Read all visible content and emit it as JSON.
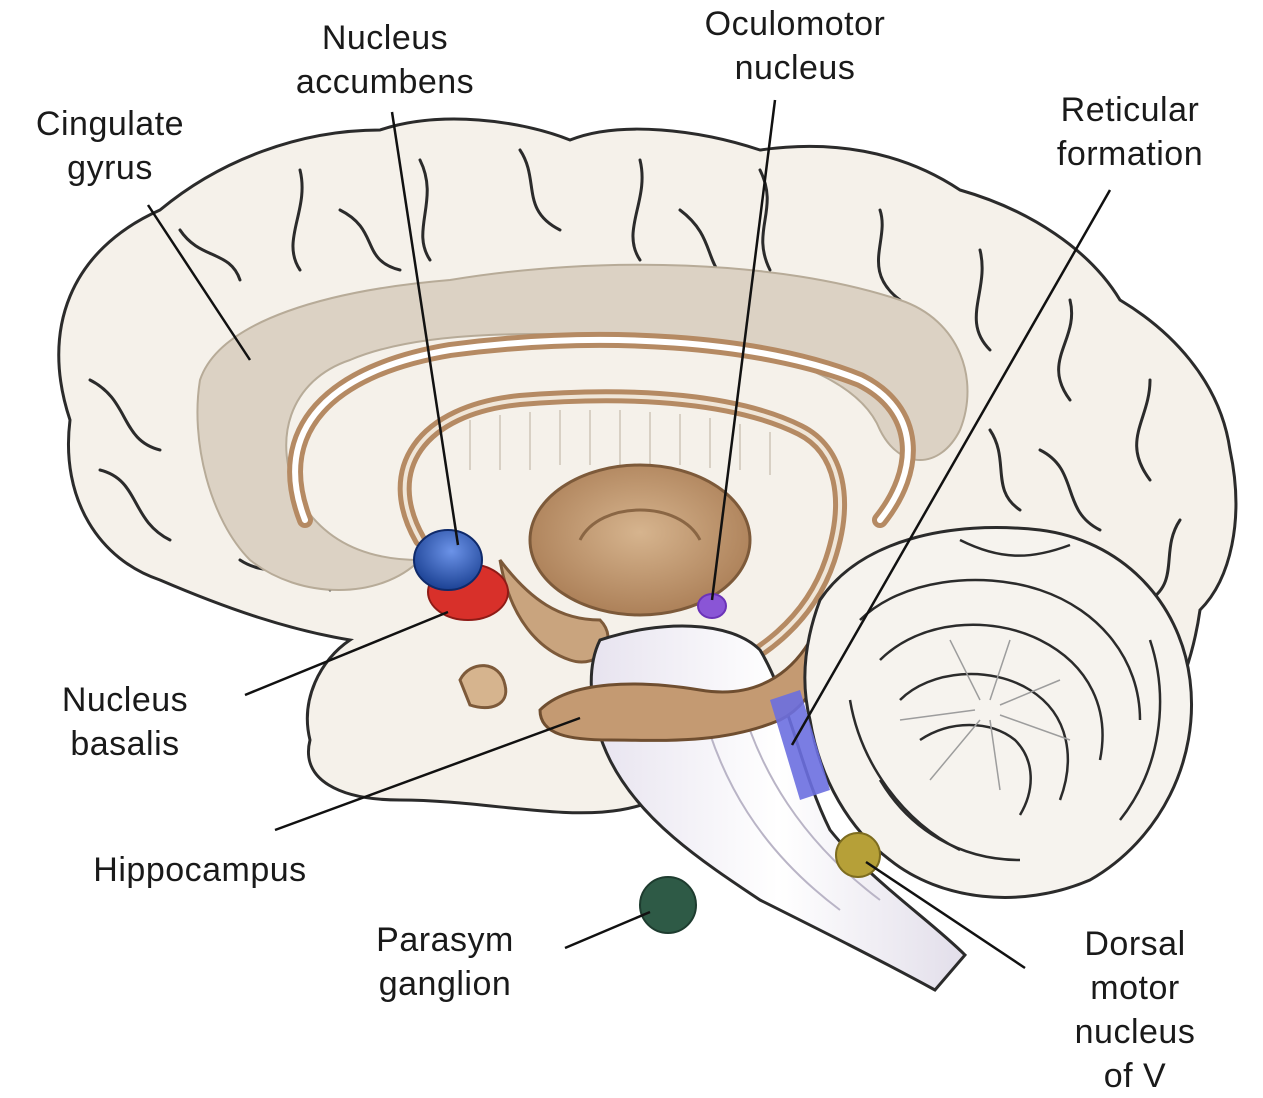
{
  "labels": {
    "nucleus_accumbens": [
      "Nucleus",
      "accumbens"
    ],
    "oculomotor_nucleus": [
      "Oculomotor",
      "nucleus"
    ],
    "cingulate_gyrus": [
      "Cingulate",
      "gyrus"
    ],
    "reticular_formation": [
      "Reticular",
      "formation"
    ],
    "nucleus_basalis": [
      "Nucleus",
      "basalis"
    ],
    "hippocampus": [
      "Hippocampus"
    ],
    "parasym_ganglion": [
      "Parasym",
      "ganglion"
    ],
    "dorsal_motor_nucleus": [
      "Dorsal",
      "motor",
      "nucleus",
      "of V"
    ]
  },
  "colors": {
    "brain_fill": "#f5f1ea",
    "brain_outline": "#2b2b2b",
    "cingulate_fill": "#dcd2c4",
    "limbic_brown": "#b58a63",
    "thalamus": "#c19a73",
    "nucleus_accumbens_blue": "#1f4fb0",
    "nucleus_basalis_red": "#d8302a",
    "oculomotor_purple": "#8a55d6",
    "reticular_blue": "#6b6fe0",
    "dorsal_motor_olive": "#b6a038",
    "parasym_green": "#2e5a46",
    "leader_line": "#111111"
  }
}
